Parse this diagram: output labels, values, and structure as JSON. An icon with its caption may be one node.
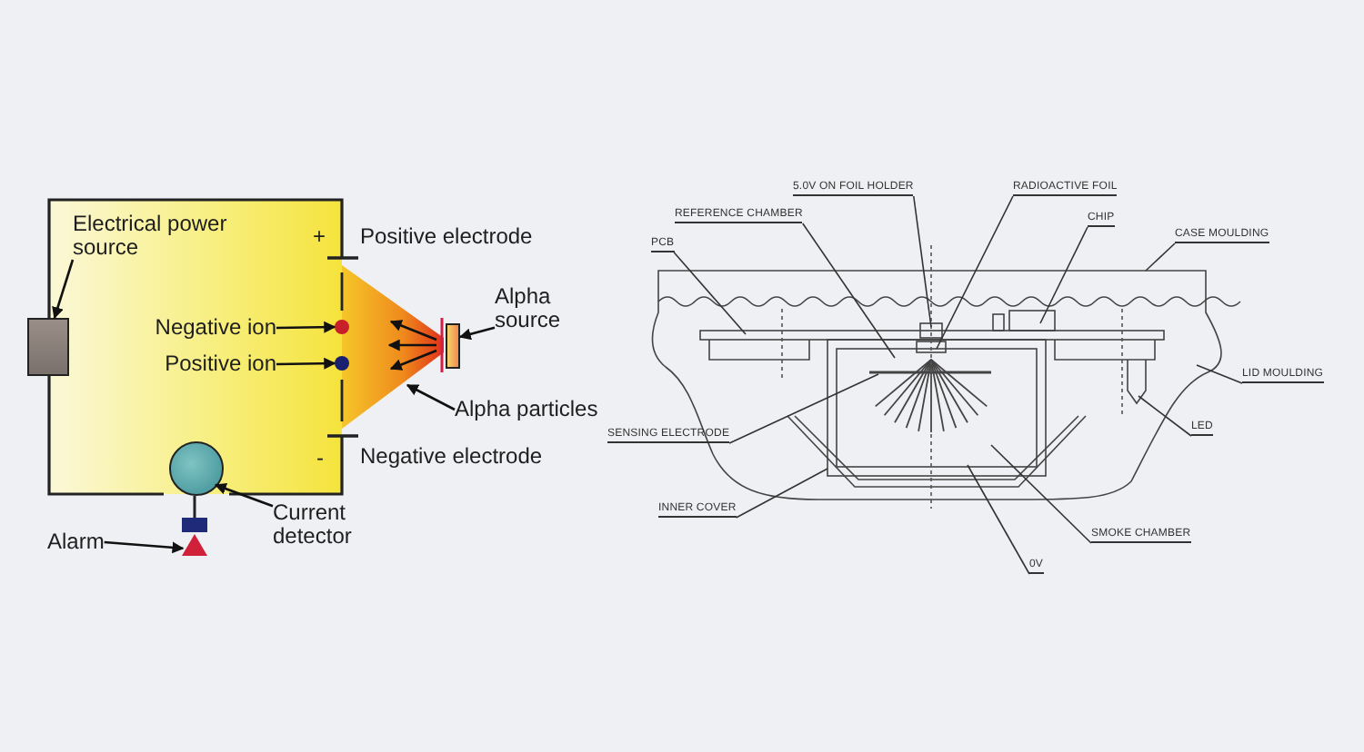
{
  "diagram": {
    "nodes": [
      {
        "text": [
          "Electrical power source"
        ]
      },
      {
        "text": [],
        "shape": "box"
      },
      {
        "text": [
          "Negative ion"
        ]
      },
      {
        "text": [],
        "shape": "circle"
      },
      {
        "text": [
          "Positive ion"
        ]
      },
      {
        "text": [],
        "shape": "circle"
      },
      {
        "text": [
          "Alpha source"
        ]
      },
      {
        "text": [],
        "shape": "box"
      },
      {
        "text": [
          "Alpha particles"
        ]
      },
      {
        "text": [
          "Current detector"
        ]
      },
      {
        "text": [],
        "shape": "circle"
      },
      {
        "text": [
          "Alarm"
        ]
      },
      {
        "text": [],
        "shape": "triangle"
      },
      {
        "text": [
          "5.0V ON FOIL HOLDER"
        ]
      },
      {
        "text": [
          "RADIOACTIVE FOIL"
        ]
      },
      {
        "text": [
          "REFERENCE CHAMBER"
        ]
      },
      {
        "text": [
          "CHIP"
        ]
      },
      {
        "text": [
          "PCB"
        ]
      },
      {
        "text": [
          "CASE MOULDING"
        ]
      },
      {
        "text": [
          "LID MOULDING"
        ]
      },
      {
        "text": [
          "SENSING ELECTRODE"
        ]
      },
      {
        "text": [
          "LED"
        ]
      },
      {
        "text": [
          "INNER COVER"
        ]
      },
      {
        "text": [
          "SMOKE CHAMBER"
        ]
      },
      {
        "text": [
          "0V"
        ]
      }
    ],
    "edges": [
      {
        "from": 0,
        "to": 1,
        "arrow": "to"
      },
      {
        "from": 2,
        "to": 3,
        "arrow": "to"
      },
      {
        "from": 4,
        "to": 5,
        "arrow": "to"
      },
      {
        "from": 6,
        "to": 7,
        "arrow": "to"
      },
      {
        "from": 8,
        "to": null,
        "arrow": "to"
      },
      {
        "from": 9,
        "to": 10,
        "arrow": "to"
      },
      {
        "from": 11,
        "to": 12,
        "arrow": "to"
      },
      {
        "from": 13,
        "to": null,
        "arrow": "none"
      },
      {
        "from": 14,
        "to": null,
        "arrow": "none"
      },
      {
        "from": 15,
        "to": null,
        "arrow": "none"
      },
      {
        "from": 16,
        "to": null,
        "arrow": "none"
      },
      {
        "from": 17,
        "to": null,
        "arrow": "none"
      },
      {
        "from": 18,
        "to": null,
        "arrow": "none"
      },
      {
        "from": 19,
        "to": null,
        "arrow": "none"
      },
      {
        "from": 20,
        "to": null,
        "arrow": "none"
      },
      {
        "from": 21,
        "to": null,
        "arrow": "none"
      },
      {
        "from": 22,
        "to": null,
        "arrow": "none"
      },
      {
        "from": 23,
        "to": null,
        "arrow": "none"
      },
      {
        "from": 24,
        "to": null,
        "arrow": "none"
      }
    ],
    "labels": [
      "+",
      "Positive electrode",
      "-",
      "Negative electrode"
    ]
  }
}
